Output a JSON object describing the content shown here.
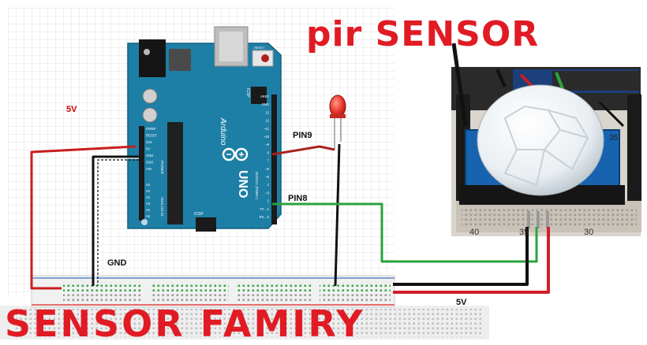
{
  "title": "pir SENSOR",
  "footer": "SENSOR FAMIRY",
  "board": {
    "brand": "Arduino",
    "model": "UNO",
    "icsp_label": "ICSP",
    "icsp2_label": "ICSP",
    "reset_label": "RESET",
    "power_pins": [
      "IOREF",
      "RESET",
      "3V3",
      "5V",
      "GND",
      "GND",
      "VIN"
    ],
    "analog_pins": [
      "A0",
      "A1",
      "A2",
      "A3",
      "A4",
      "A5"
    ],
    "analog_label": "ANALOG IN",
    "power_label": "POWER",
    "digital_label": "DIGITAL (PWM~)",
    "digital_pins": [
      "AREF",
      "GND",
      "13",
      "12",
      "~11",
      "~10",
      "~9",
      "8",
      "7",
      "~6",
      "~5",
      "4",
      "~3",
      "2",
      "TX→1",
      "RX←0"
    ]
  },
  "labels": {
    "v5_left": "5V",
    "gnd": "GND",
    "pin9": "PIN9",
    "pin8": "PIN8",
    "v5_bottom": "5V"
  },
  "pir": {
    "corner_digits": "35",
    "row_numbers": [
      "40",
      "35",
      "30"
    ]
  },
  "colors": {
    "title": "#e01b24",
    "board": "#1d7fa6",
    "wire_red": "#c81e1e",
    "wire_green": "#2aa33c",
    "wire_black": "#111111",
    "led": "#e8332a"
  }
}
